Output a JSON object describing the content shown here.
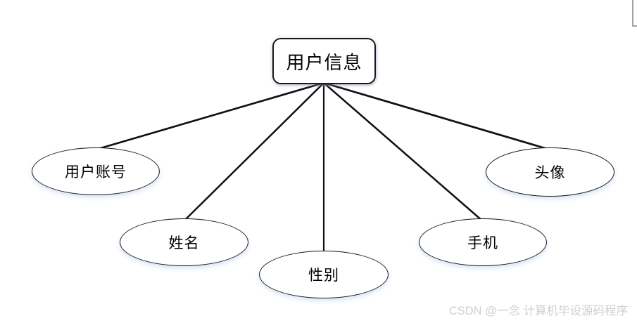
{
  "diagram": {
    "type": "er-attribute-diagram",
    "root": {
      "label": "用户信息",
      "shape": "rounded-rectangle"
    },
    "attributes": [
      {
        "label": "用户账号",
        "shape": "ellipse"
      },
      {
        "label": "姓名",
        "shape": "ellipse"
      },
      {
        "label": "性别",
        "shape": "ellipse"
      },
      {
        "label": "手机",
        "shape": "ellipse"
      },
      {
        "label": "头像",
        "shape": "ellipse"
      }
    ],
    "edges": [
      {
        "from": "用户信息",
        "to": "用户账号"
      },
      {
        "from": "用户信息",
        "to": "姓名"
      },
      {
        "from": "用户信息",
        "to": "性别"
      },
      {
        "from": "用户信息",
        "to": "手机"
      },
      {
        "from": "用户信息",
        "to": "头像"
      }
    ]
  },
  "watermark": {
    "text": "CSDN @一念 计算机毕设源码程序"
  },
  "colors": {
    "background": "#ffffff",
    "node_border": "#1a1a1a",
    "connector": "#111111",
    "watermark_text": "#cfcfcf",
    "corner_mark": "#a3a3a3"
  }
}
